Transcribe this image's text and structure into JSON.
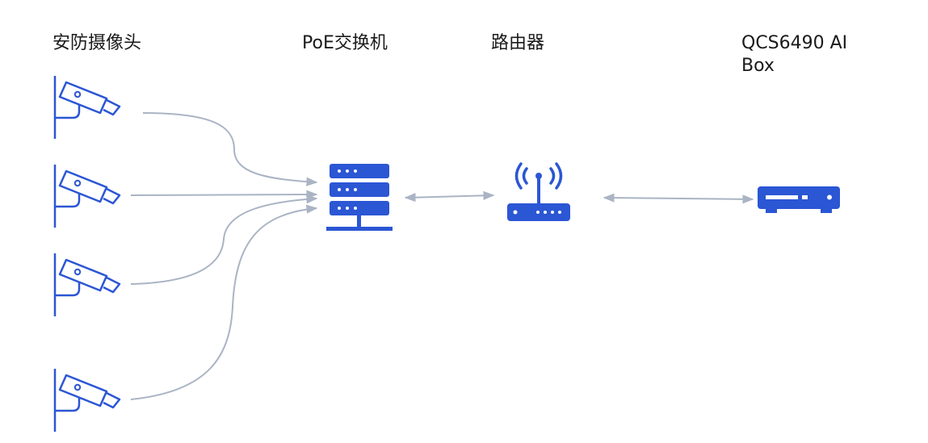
{
  "labels": {
    "cameras": "安防摄像头",
    "poe_switch": "PoE交换机",
    "router": "路由器",
    "ai_box": "QCS6490 AI\nBox"
  },
  "colors": {
    "icon": "#2b56d4",
    "connector": "#aab4c4",
    "text": "#1a1a1a"
  },
  "icons": {
    "camera": "security-camera-icon",
    "switch": "server-stack-icon",
    "router": "wifi-router-icon",
    "ai_box": "set-top-box-icon"
  }
}
